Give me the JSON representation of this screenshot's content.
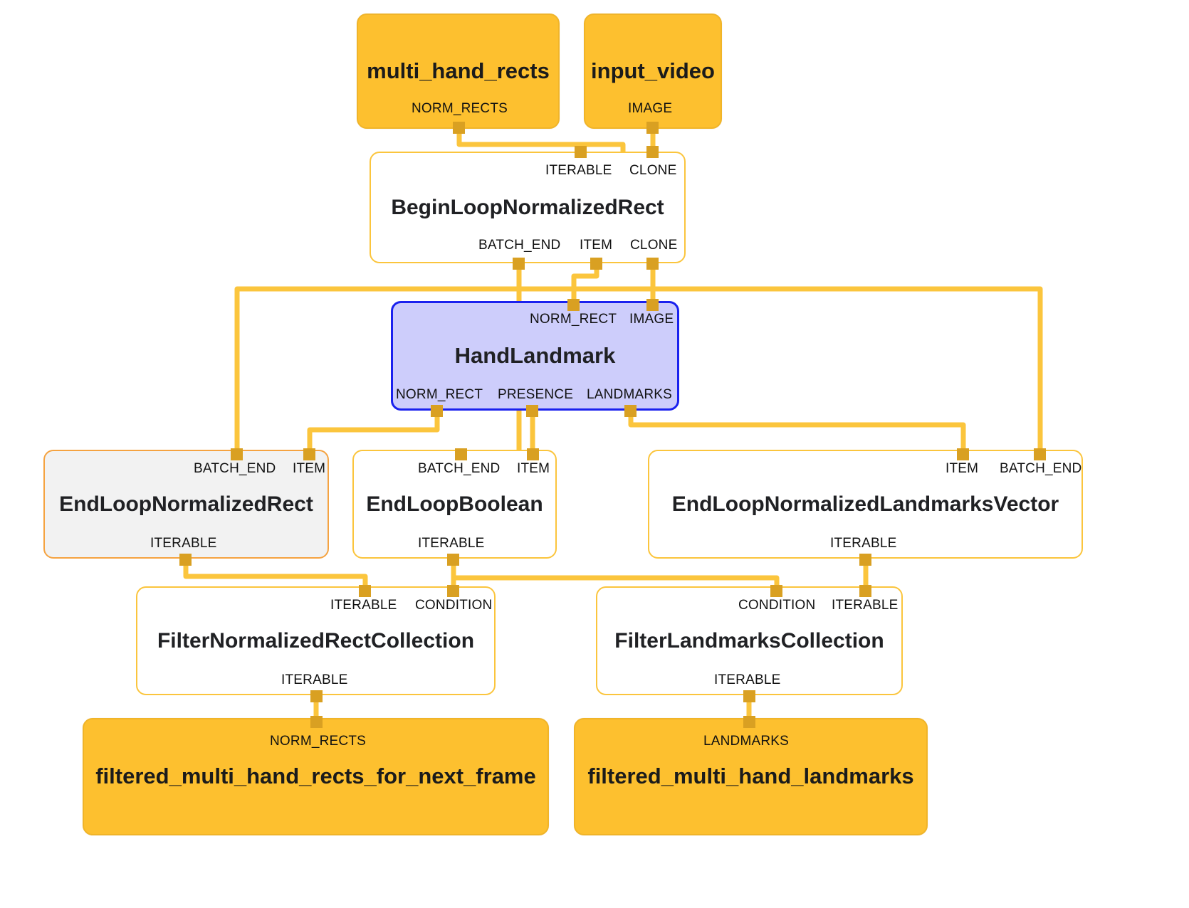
{
  "graph": {
    "title": "MediaPipe hand landmark subgraph",
    "colors": {
      "stream_fill": "#FDC02F",
      "stream_border": "#F0B429",
      "calculator_fill": "#FFFFFF",
      "calculator_border": "#FBC53D",
      "selected_blue_fill": "#CDCDFB",
      "selected_blue_border": "#1A21EE",
      "selected_grey_fill": "#F2F2F2",
      "selected_grey_border": "#F5A341",
      "wire": "#FBC53D",
      "port": "#D9A022",
      "text": "#202124",
      "background": "#FFFFFF"
    }
  },
  "nodes": [
    {
      "id": "multi_hand_rects",
      "label": "multi_hand_rects",
      "kind": "stream",
      "outputs": [
        "NORM_RECTS"
      ],
      "inputs": []
    },
    {
      "id": "input_video",
      "label": "input_video",
      "kind": "stream",
      "outputs": [
        "IMAGE"
      ],
      "inputs": []
    },
    {
      "id": "BeginLoopNormalizedRect",
      "label": "BeginLoopNormalizedRect",
      "kind": "calculator",
      "inputs": [
        "ITERABLE",
        "CLONE"
      ],
      "outputs": [
        "BATCH_END",
        "ITEM",
        "CLONE"
      ]
    },
    {
      "id": "HandLandmark",
      "label": "HandLandmark",
      "kind": "selected-blue",
      "inputs": [
        "NORM_RECT",
        "IMAGE"
      ],
      "outputs": [
        "NORM_RECT",
        "PRESENCE",
        "LANDMARKS"
      ]
    },
    {
      "id": "EndLoopNormalizedRect",
      "label": "EndLoopNormalizedRect",
      "kind": "selected-grey",
      "inputs": [
        "BATCH_END",
        "ITEM"
      ],
      "outputs": [
        "ITERABLE"
      ]
    },
    {
      "id": "EndLoopBoolean",
      "label": "EndLoopBoolean",
      "kind": "calculator",
      "inputs": [
        "BATCH_END",
        "ITEM"
      ],
      "outputs": [
        "ITERABLE"
      ]
    },
    {
      "id": "EndLoopNormalizedLandmarksVector",
      "label": "EndLoopNormalizedLandmarksVector",
      "kind": "calculator",
      "inputs": [
        "ITEM",
        "BATCH_END"
      ],
      "outputs": [
        "ITERABLE"
      ]
    },
    {
      "id": "FilterNormalizedRectCollection",
      "label": "FilterNormalizedRectCollection",
      "kind": "calculator",
      "inputs": [
        "ITERABLE",
        "CONDITION"
      ],
      "outputs": [
        "ITERABLE"
      ]
    },
    {
      "id": "FilterLandmarksCollection",
      "label": "FilterLandmarksCollection",
      "kind": "calculator",
      "inputs": [
        "CONDITION",
        "ITERABLE"
      ],
      "outputs": [
        "ITERABLE"
      ]
    },
    {
      "id": "filtered_multi_hand_rects_for_next_frame",
      "label": "filtered_multi_hand_rects_for_next_frame",
      "kind": "stream",
      "inputs": [
        "NORM_RECTS"
      ],
      "outputs": []
    },
    {
      "id": "filtered_multi_hand_landmarks",
      "label": "filtered_multi_hand_landmarks",
      "kind": "stream",
      "inputs": [
        "LANDMARKS"
      ],
      "outputs": []
    }
  ],
  "edges": [
    {
      "from": "multi_hand_rects:NORM_RECTS",
      "to": "BeginLoopNormalizedRect:ITERABLE"
    },
    {
      "from": "input_video:IMAGE",
      "to": "BeginLoopNormalizedRect:CLONE"
    },
    {
      "from": "BeginLoopNormalizedRect:ITEM",
      "to": "HandLandmark:NORM_RECT"
    },
    {
      "from": "BeginLoopNormalizedRect:CLONE",
      "to": "HandLandmark:IMAGE"
    },
    {
      "from": "BeginLoopNormalizedRect:BATCH_END",
      "to": "EndLoopNormalizedRect:BATCH_END"
    },
    {
      "from": "BeginLoopNormalizedRect:BATCH_END",
      "to": "EndLoopBoolean:BATCH_END"
    },
    {
      "from": "BeginLoopNormalizedRect:BATCH_END",
      "to": "EndLoopNormalizedLandmarksVector:BATCH_END"
    },
    {
      "from": "HandLandmark:NORM_RECT",
      "to": "EndLoopNormalizedRect:ITEM"
    },
    {
      "from": "HandLandmark:PRESENCE",
      "to": "EndLoopBoolean:ITEM"
    },
    {
      "from": "HandLandmark:LANDMARKS",
      "to": "EndLoopNormalizedLandmarksVector:ITEM"
    },
    {
      "from": "EndLoopNormalizedRect:ITERABLE",
      "to": "FilterNormalizedRectCollection:ITERABLE"
    },
    {
      "from": "EndLoopBoolean:ITERABLE",
      "to": "FilterNormalizedRectCollection:CONDITION"
    },
    {
      "from": "EndLoopBoolean:ITERABLE",
      "to": "FilterLandmarksCollection:CONDITION"
    },
    {
      "from": "EndLoopNormalizedLandmarksVector:ITERABLE",
      "to": "FilterLandmarksCollection:ITERABLE"
    },
    {
      "from": "FilterNormalizedRectCollection:ITERABLE",
      "to": "filtered_multi_hand_rects_for_next_frame:NORM_RECTS"
    },
    {
      "from": "FilterLandmarksCollection:ITERABLE",
      "to": "filtered_multi_hand_landmarks:LANDMARKS"
    }
  ],
  "labels": {
    "n0_title": "multi_hand_rects",
    "n0_out0": "NORM_RECTS",
    "n1_title": "input_video",
    "n1_out0": "IMAGE",
    "n2_title": "BeginLoopNormalizedRect",
    "n2_in0": "ITERABLE",
    "n2_in1": "CLONE",
    "n2_out0": "BATCH_END",
    "n2_out1": "ITEM",
    "n2_out2": "CLONE",
    "n3_title": "HandLandmark",
    "n3_in0": "NORM_RECT",
    "n3_in1": "IMAGE",
    "n3_out0": "NORM_RECT",
    "n3_out1": "PRESENCE",
    "n3_out2": "LANDMARKS",
    "n4_title": "EndLoopNormalizedRect",
    "n4_in0": "BATCH_END",
    "n4_in1": "ITEM",
    "n4_out0": "ITERABLE",
    "n5_title": "EndLoopBoolean",
    "n5_in0": "BATCH_END",
    "n5_in1": "ITEM",
    "n5_out0": "ITERABLE",
    "n6_title": "EndLoopNormalizedLandmarksVector",
    "n6_in0": "ITEM",
    "n6_in1": "BATCH_END",
    "n6_out0": "ITERABLE",
    "n7_title": "FilterNormalizedRectCollection",
    "n7_in0": "ITERABLE",
    "n7_in1": "CONDITION",
    "n7_out0": "ITERABLE",
    "n8_title": "FilterLandmarksCollection",
    "n8_in0": "CONDITION",
    "n8_in1": "ITERABLE",
    "n8_out0": "ITERABLE",
    "n9_title": "filtered_multi_hand_rects_for_next_frame",
    "n9_in0": "NORM_RECTS",
    "n10_title": "filtered_multi_hand_landmarks",
    "n10_in0": "LANDMARKS"
  }
}
